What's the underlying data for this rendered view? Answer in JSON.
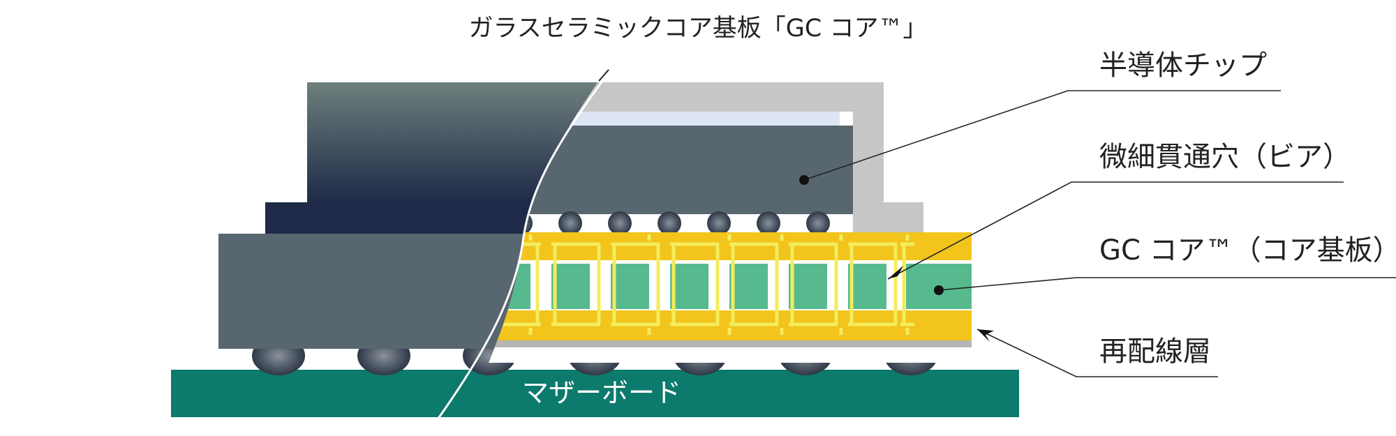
{
  "title": "ガラスセラミックコア基板「GC コア™」",
  "labels": {
    "chip": "半導体チップ",
    "via": "微細貫通穴（ビア）",
    "core": "GC コア™（コア基板）",
    "rdl": "再配線層",
    "motherboard": "マザーボード"
  },
  "colors": {
    "motherboard": "#0c7a6c",
    "package_dark": "#58666f",
    "core_yellow": "#f2c41c",
    "core_green": "#57b98e",
    "via_line": "#f4ec5b",
    "lid": "#c6c6c6",
    "solder_ball": "#3b4656"
  }
}
